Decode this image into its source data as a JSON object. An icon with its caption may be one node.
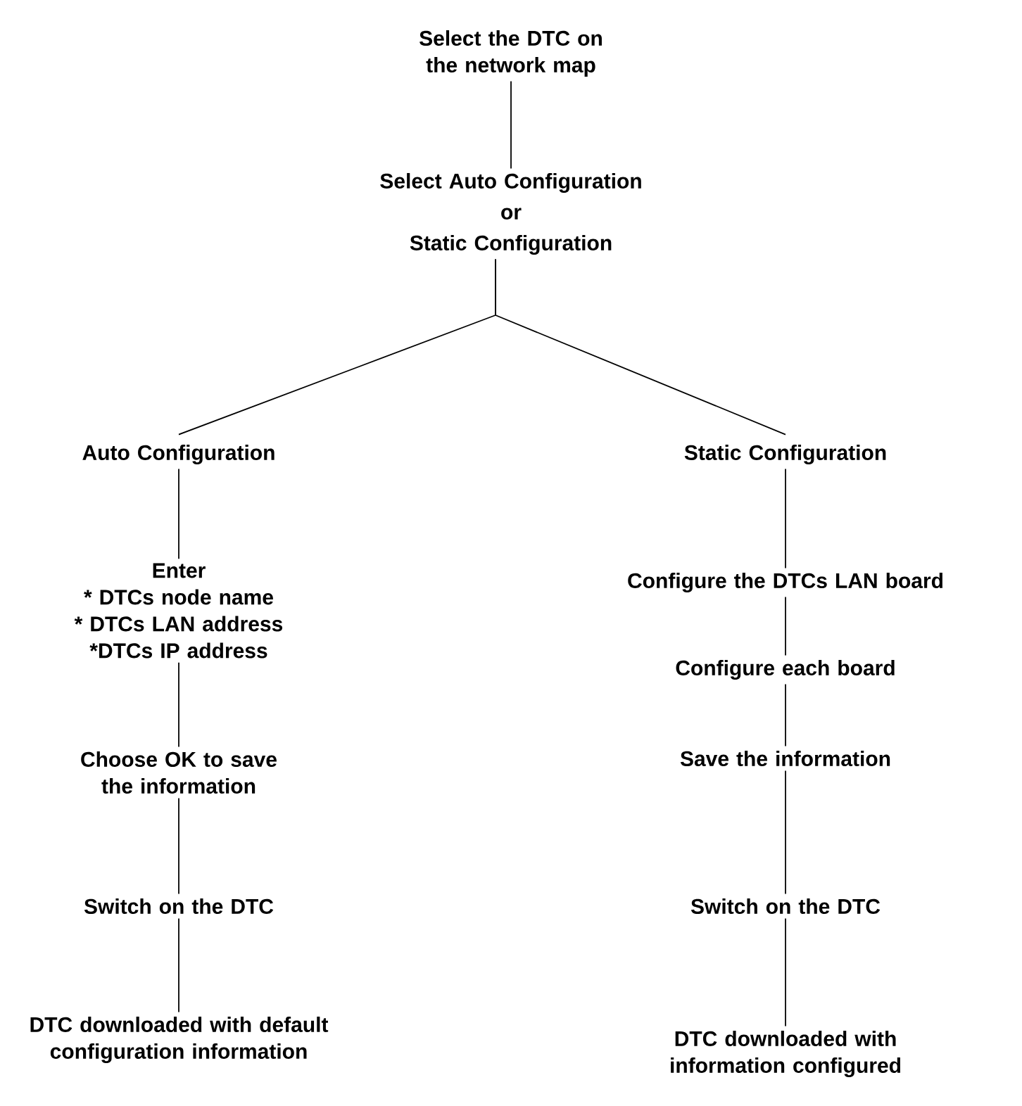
{
  "diagram": {
    "nodes": [
      {
        "text": [
          "Select the DTC on the network map"
        ]
      },
      {
        "text": [
          "Select Auto Configuration",
          "or",
          "Static Configuration"
        ]
      },
      {
        "text": [
          "Auto Configuration"
        ]
      },
      {
        "text": [
          "Static Configuration"
        ]
      },
      {
        "text": [
          "Enter",
          "* DTCs node name",
          "* DTCs LAN address",
          "*DTCs IP address"
        ]
      },
      {
        "text": [
          "Choose OK to save the information"
        ]
      },
      {
        "text": [
          "Switch on the DTC"
        ]
      },
      {
        "text": [
          "DTC downloaded with default configuration information"
        ]
      },
      {
        "text": [
          "Configure the DTCs LAN board"
        ]
      },
      {
        "text": [
          "Configure each board"
        ]
      },
      {
        "text": [
          "Save the information"
        ]
      },
      {
        "text": [
          "Switch on the DTC"
        ]
      },
      {
        "text": [
          "DTC downloaded with information configured"
        ]
      }
    ],
    "edges": [
      {
        "from": 0,
        "to": 1,
        "arrow": "none"
      },
      {
        "from": 1,
        "to": 2,
        "arrow": "none"
      },
      {
        "from": 1,
        "to": 3,
        "arrow": "none"
      },
      {
        "from": 2,
        "to": 4,
        "arrow": "none"
      },
      {
        "from": 4,
        "to": 5,
        "arrow": "none"
      },
      {
        "from": 5,
        "to": 6,
        "arrow": "none"
      },
      {
        "from": 6,
        "to": 7,
        "arrow": "none"
      },
      {
        "from": 3,
        "to": 8,
        "arrow": "none"
      },
      {
        "from": 8,
        "to": 9,
        "arrow": "none"
      },
      {
        "from": 9,
        "to": 10,
        "arrow": "none"
      },
      {
        "from": 10,
        "to": 11,
        "arrow": "none"
      },
      {
        "from": 11,
        "to": 12,
        "arrow": "none"
      }
    ]
  }
}
